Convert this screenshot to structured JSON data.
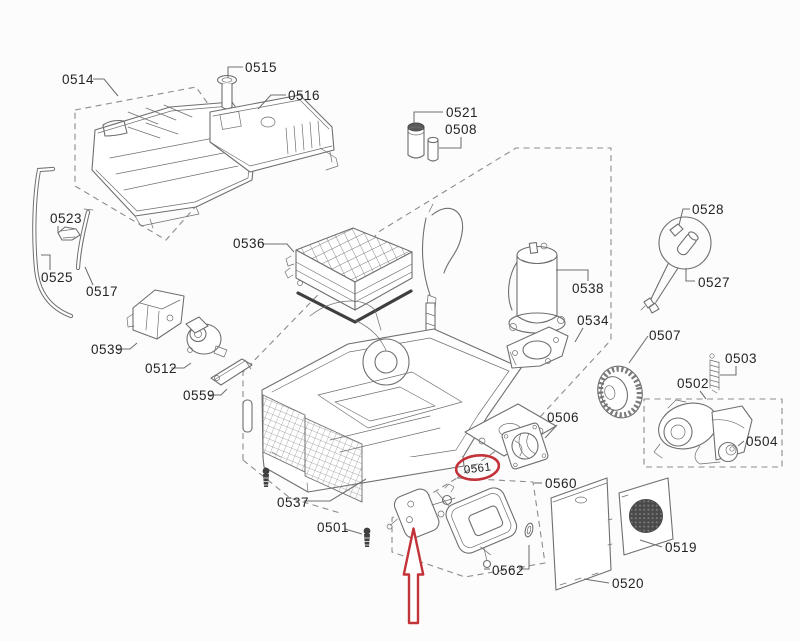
{
  "diagram": {
    "colors": {
      "background": "#fcfcfc",
      "line": "#6f6f6f",
      "dark": "#3f3f3f",
      "label": "#242424",
      "dashed": "#8c8c8c",
      "red": "#c2333a"
    },
    "labels": {
      "n0501": "0501",
      "n0502": "0502",
      "n0503": "0503",
      "n0504": "0504",
      "n0506": "0506",
      "n0507": "0507",
      "n0508": "0508",
      "n0512": "0512",
      "n0514": "0514",
      "n0515": "0515",
      "n0516": "0516",
      "n0517": "0517",
      "n0519": "0519",
      "n0520": "0520",
      "n0521": "0521",
      "n0523": "0523",
      "n0525": "0525",
      "n0527": "0527",
      "n0528": "0528",
      "n0534": "0534",
      "n0536": "0536",
      "n0537": "0537",
      "n0538": "0538",
      "n0539": "0539",
      "n0559": "0559",
      "n0560": "0560",
      "n0562": "0562"
    },
    "annotations": {
      "circled_part": "0561",
      "arrow_direction": "up"
    }
  }
}
